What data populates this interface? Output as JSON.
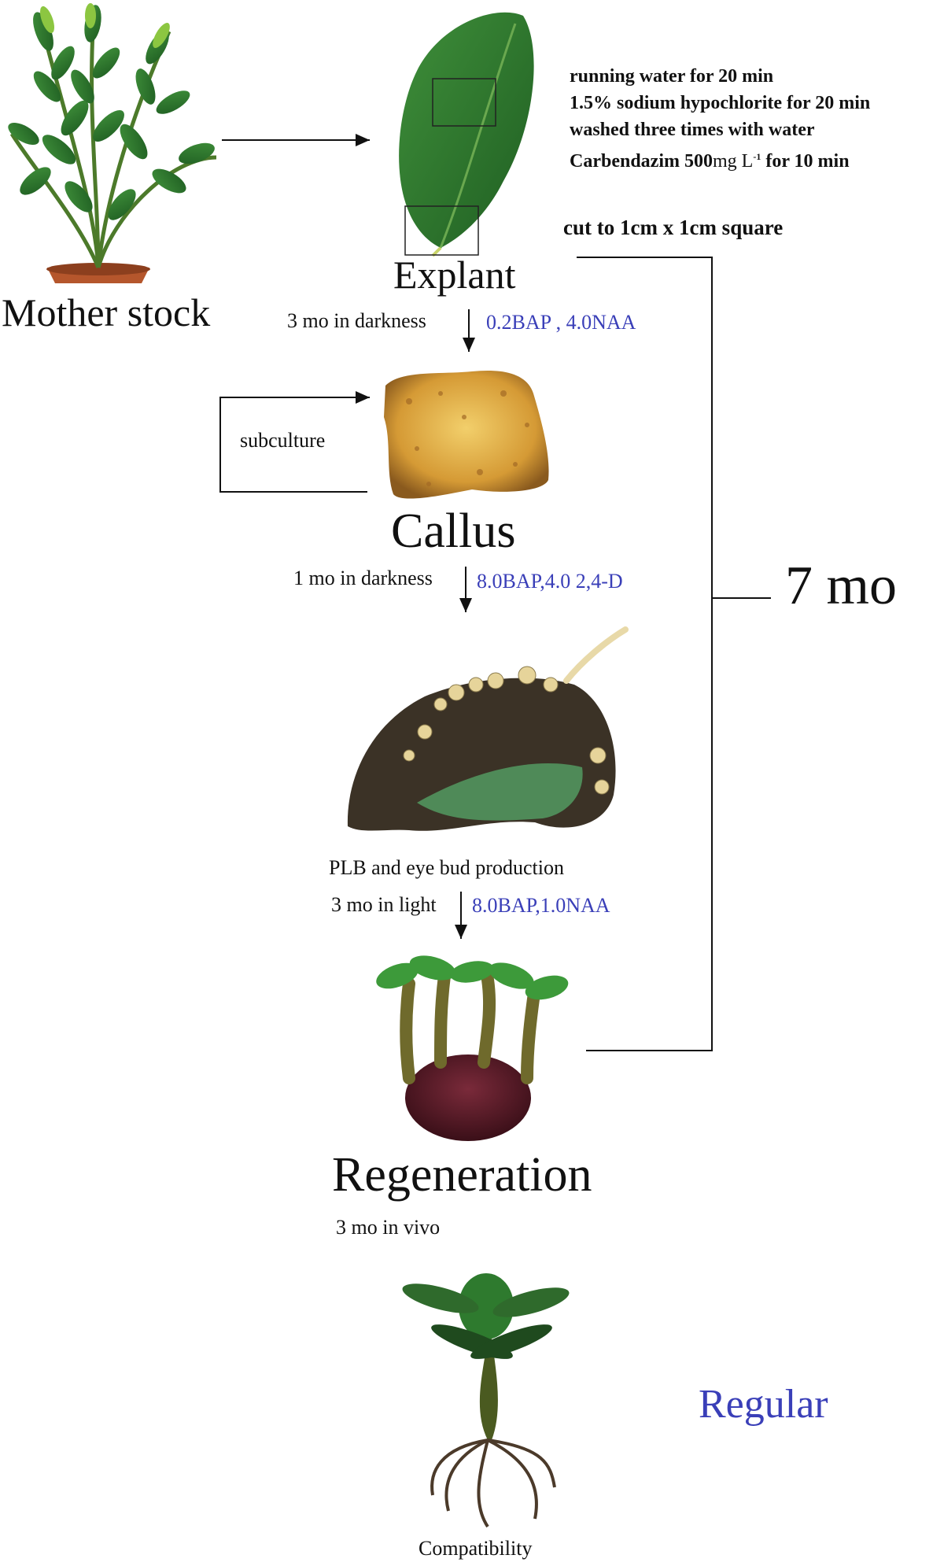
{
  "labels": {
    "mother_stock": "Mother stock",
    "explant": "Explant",
    "callus": "Callus",
    "regeneration": "Regeneration",
    "compatibility": "Compatibility",
    "subculture": "subculture",
    "plb_production": "PLB and eye bud production",
    "total_duration": "7 mo",
    "regular": "Regular"
  },
  "sterilization_steps": [
    "running water for 20 min",
    "1.5% sodium hypochlorite for 20 min",
    "washed three times with water"
  ],
  "carbendazim": {
    "prefix": "Carbendazim 500",
    "unit": "mg L",
    "sup": "-1",
    "suffix": " for 10 min"
  },
  "cut_step": "cut to 1cm x 1cm square",
  "stages": [
    {
      "duration": "3 mo in darkness",
      "medium": "0.2BAP , 4.0NAA"
    },
    {
      "duration": "1 mo in darkness",
      "medium": "8.0BAP,4.0 2,4-D"
    },
    {
      "duration": "3 mo in light",
      "medium": "8.0BAP,1.0NAA"
    },
    {
      "duration": "3 mo in vivo",
      "medium": ""
    }
  ],
  "colors": {
    "medium_text": "#3a3fb8",
    "leaf": "#2f7a2c",
    "callus": "#d9a53b",
    "soil": "#3b3226"
  }
}
